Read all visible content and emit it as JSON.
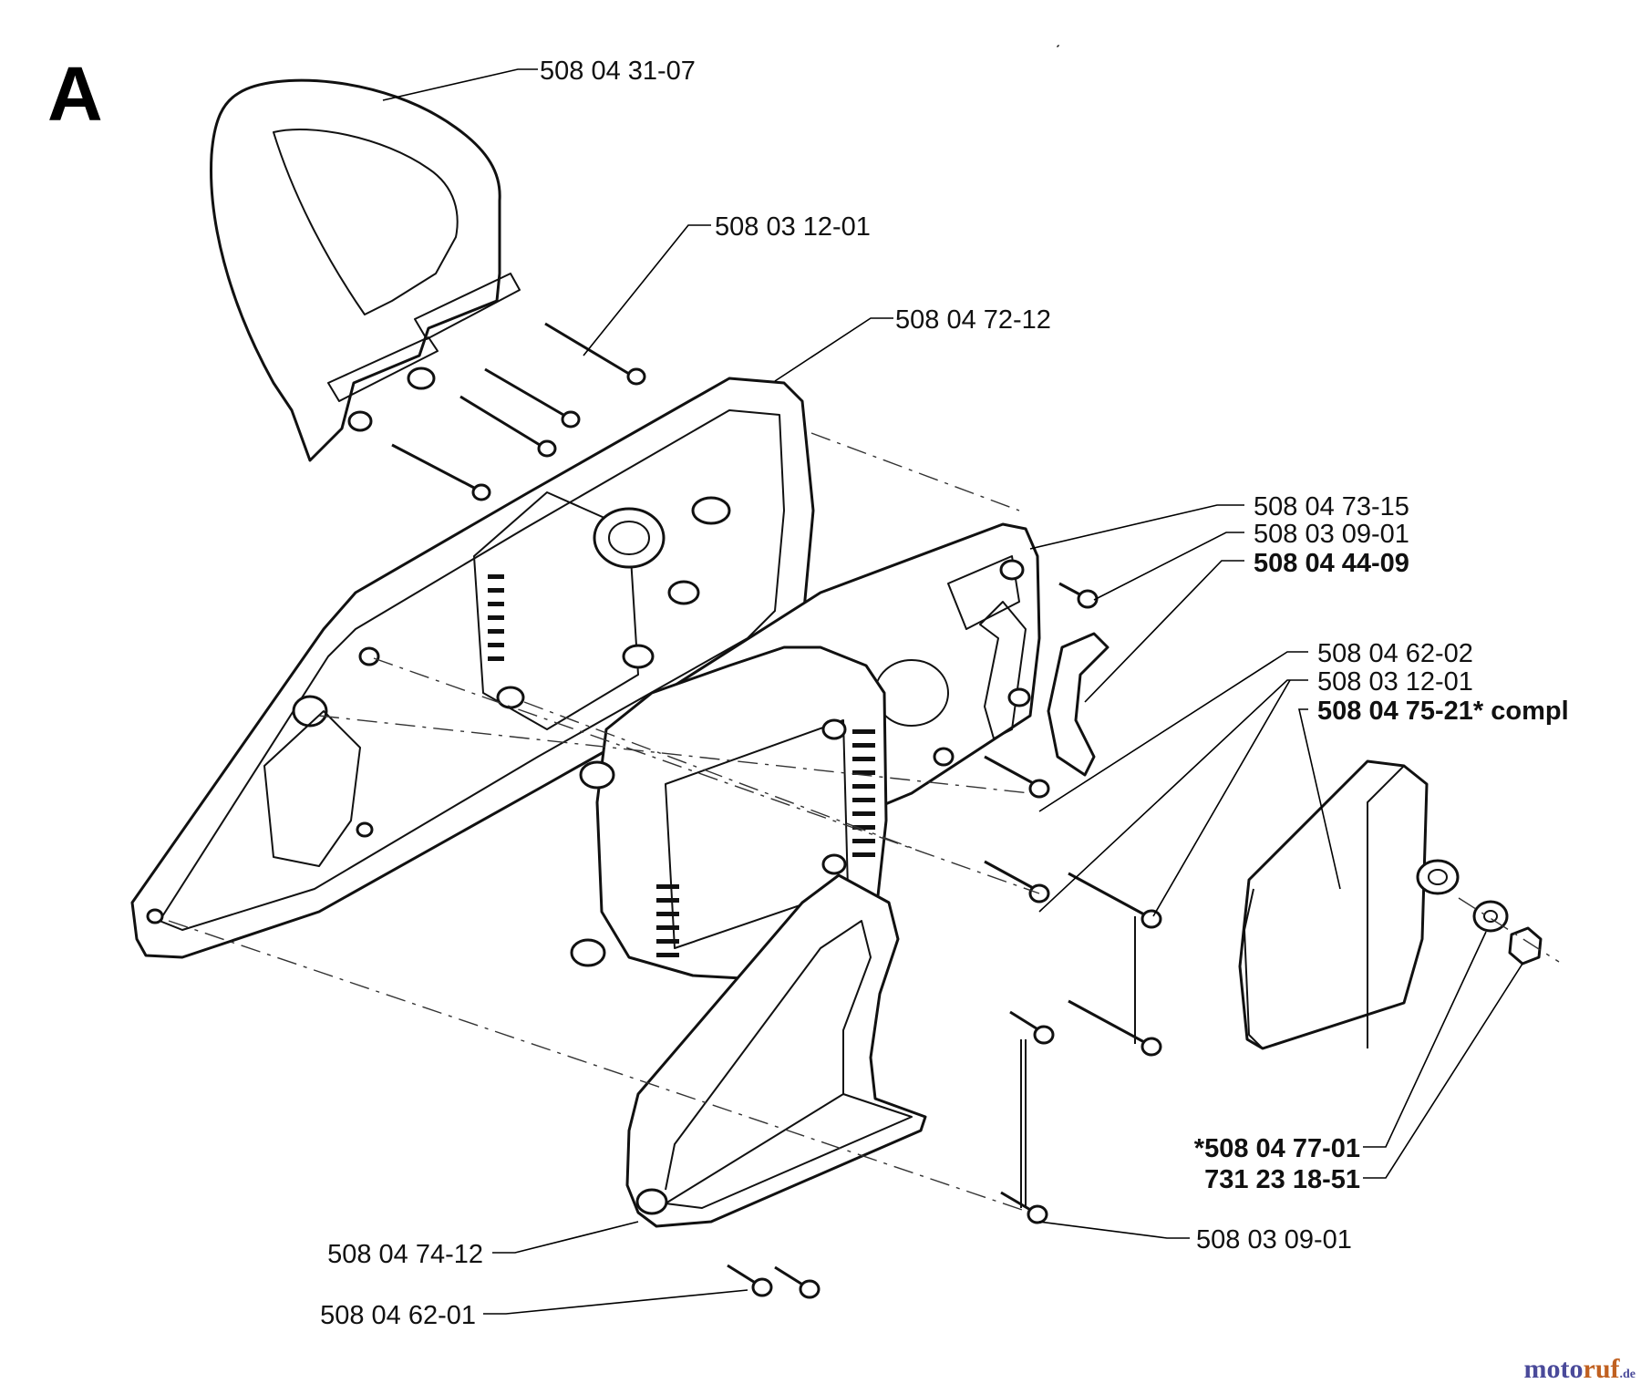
{
  "section_letter": "A",
  "parts": [
    {
      "id": "p1",
      "number": "508 04 31-07",
      "bold": false
    },
    {
      "id": "p2",
      "number": "508 03 12-01",
      "bold": false
    },
    {
      "id": "p3",
      "number": "508 04 72-12",
      "bold": false
    },
    {
      "id": "p4",
      "number": "508 04 73-15",
      "bold": false
    },
    {
      "id": "p5",
      "number": "508 03 09-01",
      "bold": false
    },
    {
      "id": "p6",
      "number": "508 04 44-09",
      "bold": true
    },
    {
      "id": "p7",
      "number": "508 04 62-02",
      "bold": false
    },
    {
      "id": "p8",
      "number": "508 03 12-01",
      "bold": false
    },
    {
      "id": "p9",
      "number": "508 04 75-21* compl",
      "bold": true
    },
    {
      "id": "p10",
      "number": "*508 04 77-01",
      "bold": true
    },
    {
      "id": "p11",
      "number": "731 23 18-51",
      "bold": true
    },
    {
      "id": "p12",
      "number": "508 03 09-01",
      "bold": false
    },
    {
      "id": "p13",
      "number": "508 04 74-12",
      "bold": false
    },
    {
      "id": "p14",
      "number": "508 04 62-01",
      "bold": false
    }
  ],
  "watermark": {
    "part1": "moto",
    "part2": "ruf",
    "suffix": ".de"
  }
}
